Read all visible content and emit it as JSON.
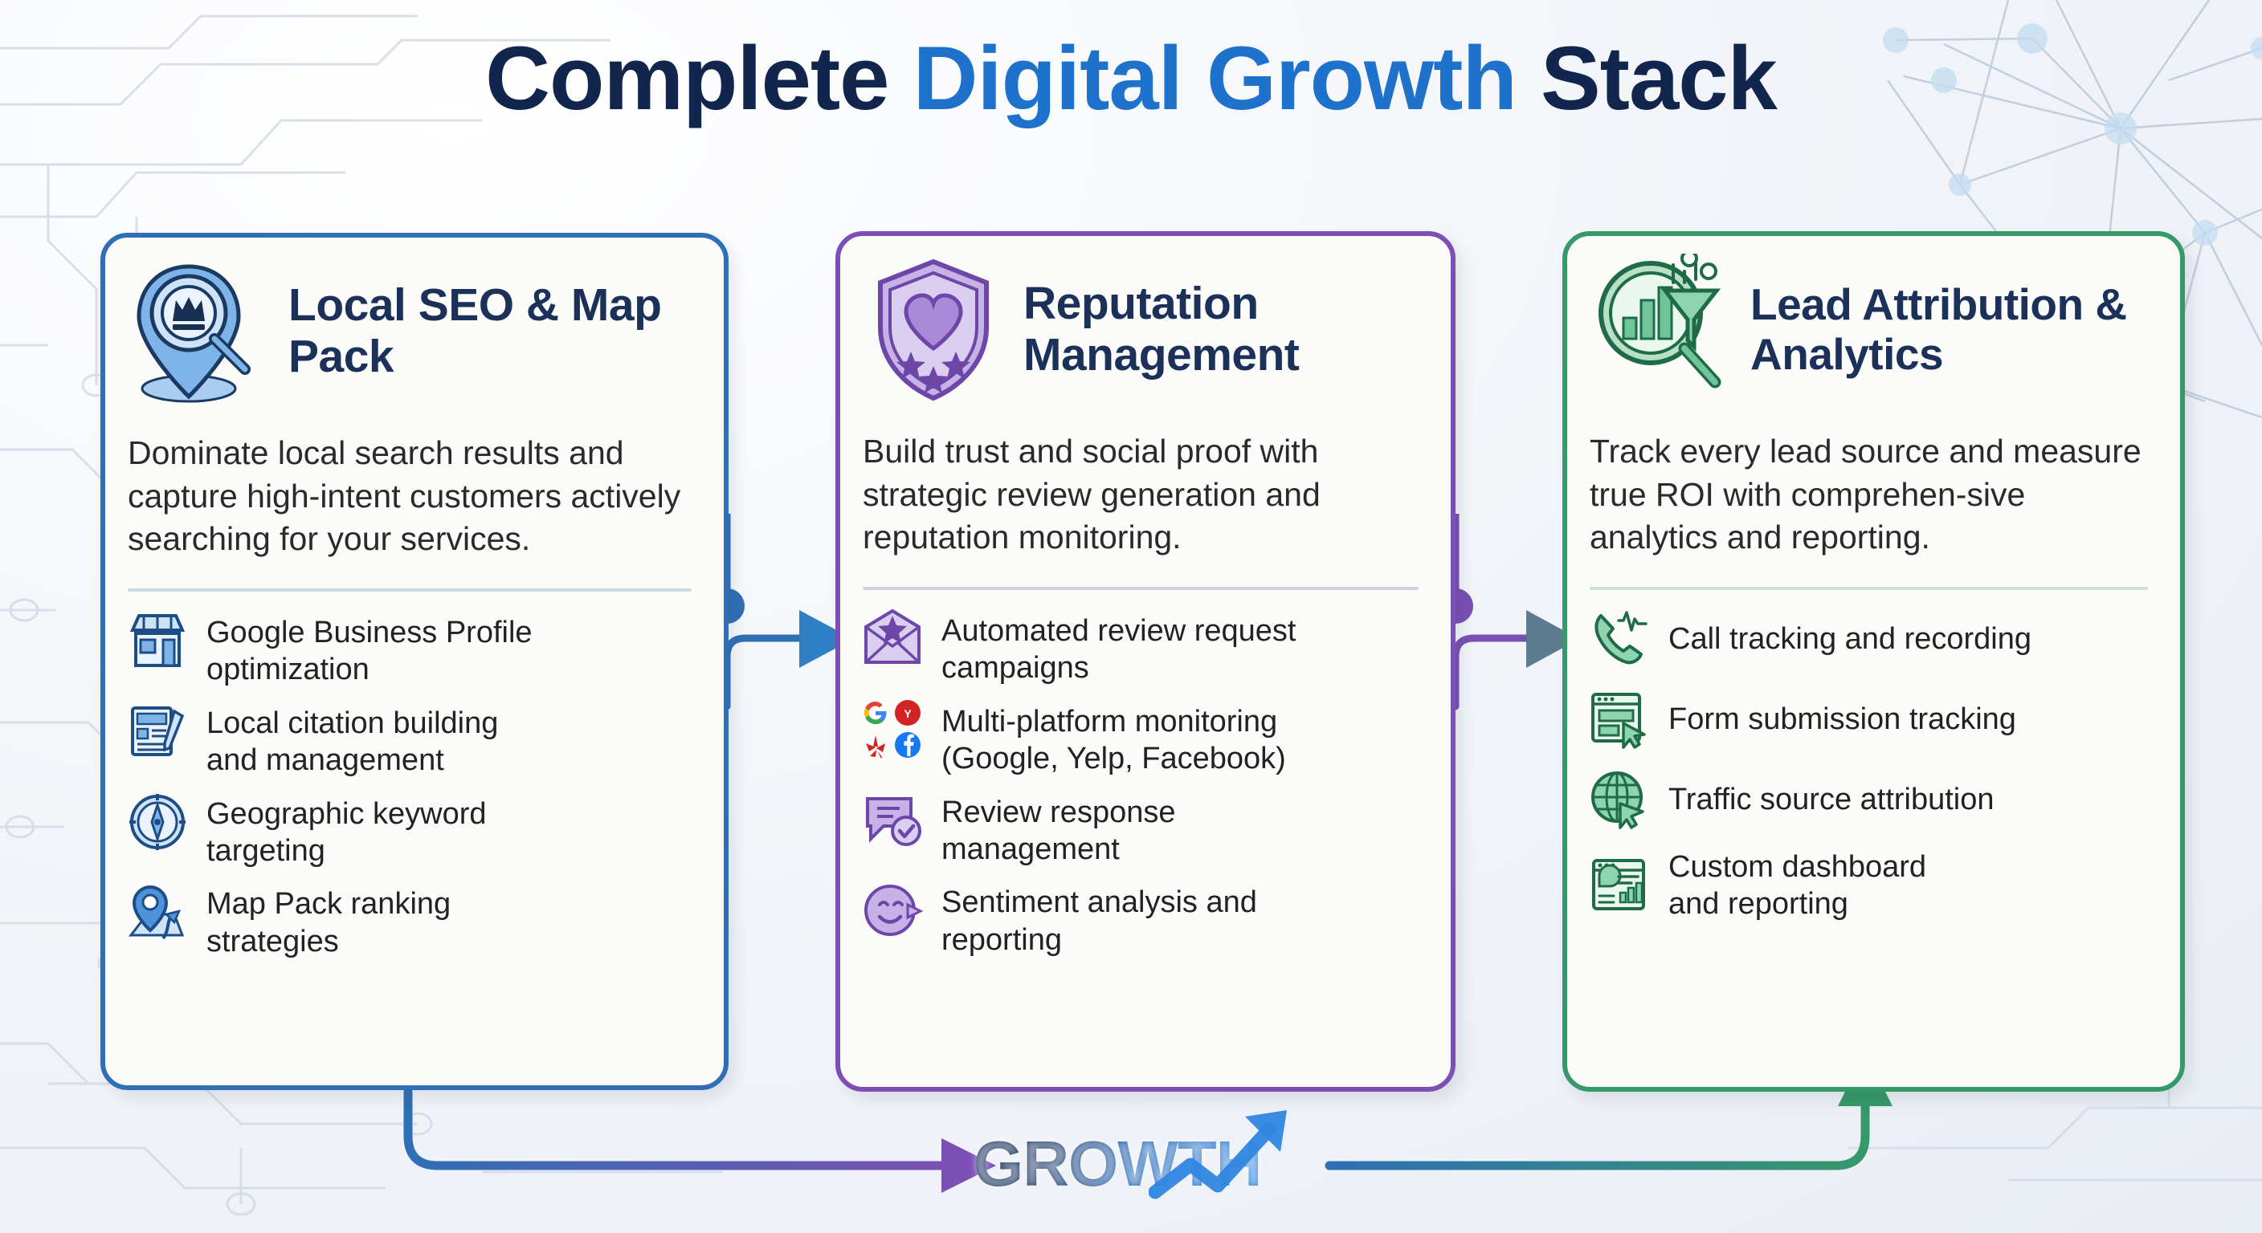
{
  "header": {
    "title_part1": "Complete ",
    "title_part2": "Digital Growth",
    "title_part3": " Stack"
  },
  "colors": {
    "navy": "#12254c",
    "blue": "#1f72cc",
    "card1_accent": "#2f6fb5",
    "card2_accent": "#7b4fb5",
    "card3_accent": "#35996a",
    "background": "#eef1f6",
    "card_bg": "#fbfbf9",
    "title_text": "#1b3159",
    "body_text": "#2a2a2a"
  },
  "cards": [
    {
      "id": "local-seo",
      "title": "Local SEO &\nMap Pack",
      "icon": "map-pin-magnifier-crown-icon",
      "description": "Dominate local search results and capture high-intent customers actively searching for your services.",
      "features": [
        {
          "icon": "storefront-icon",
          "label": "Google Business Profile\noptimization"
        },
        {
          "icon": "newspaper-pen-icon",
          "label": "Local citation building\nand management"
        },
        {
          "icon": "compass-icon",
          "label": "Geographic keyword\ntargeting"
        },
        {
          "icon": "map-pin-route-icon",
          "label": "Map Pack ranking\nstrategies"
        }
      ]
    },
    {
      "id": "reputation",
      "title": "Reputation\nManagement",
      "icon": "shield-heart-stars-icon",
      "description": "Build trust and social proof with strategic review generation and reputation monitoring.",
      "features": [
        {
          "icon": "envelope-star-icon",
          "label": "Automated review request\ncampaigns"
        },
        {
          "icon": "google-yelp-facebook-logos-icon",
          "label": "Multi-platform monitoring\n(Google, Yelp, Facebook)"
        },
        {
          "icon": "chat-bubble-check-icon",
          "label": "Review response\nmanagement"
        },
        {
          "icon": "smiley-face-icon",
          "label": "Sentiment analysis and\nreporting"
        }
      ]
    },
    {
      "id": "lead-attribution",
      "title": "Lead Attribution\n& Analytics",
      "icon": "magnifier-funnel-barchart-icon",
      "description": "Track every lead source and measure true ROI with comprehen-sive analytics and reporting.",
      "features": [
        {
          "icon": "phone-waveform-icon",
          "label": "Call tracking and recording"
        },
        {
          "icon": "form-cursor-icon",
          "label": "Form submission tracking"
        },
        {
          "icon": "globe-cursor-icon",
          "label": "Traffic source attribution"
        },
        {
          "icon": "dashboard-chart-icon",
          "label": "Custom dashboard\nand reporting"
        }
      ]
    }
  ],
  "footer": {
    "growth_label": "GROWTH",
    "growth_arrow_icon": "upward-trend-arrow-icon"
  },
  "connectors": [
    {
      "name": "card1-to-card2",
      "color": "#2f6fb5",
      "arrow_color": "#2f7fc4"
    },
    {
      "name": "card2-to-card3",
      "color": "#7b4fb5",
      "arrow_color": "#5d7b8e"
    },
    {
      "name": "card1-to-growth",
      "color": "#2f6fb5"
    },
    {
      "name": "growth-to-card3",
      "color": "#35996a"
    }
  ],
  "background": {
    "circuit_pattern": "circuit-trace-pattern",
    "network_pattern": "network-node-pattern"
  }
}
